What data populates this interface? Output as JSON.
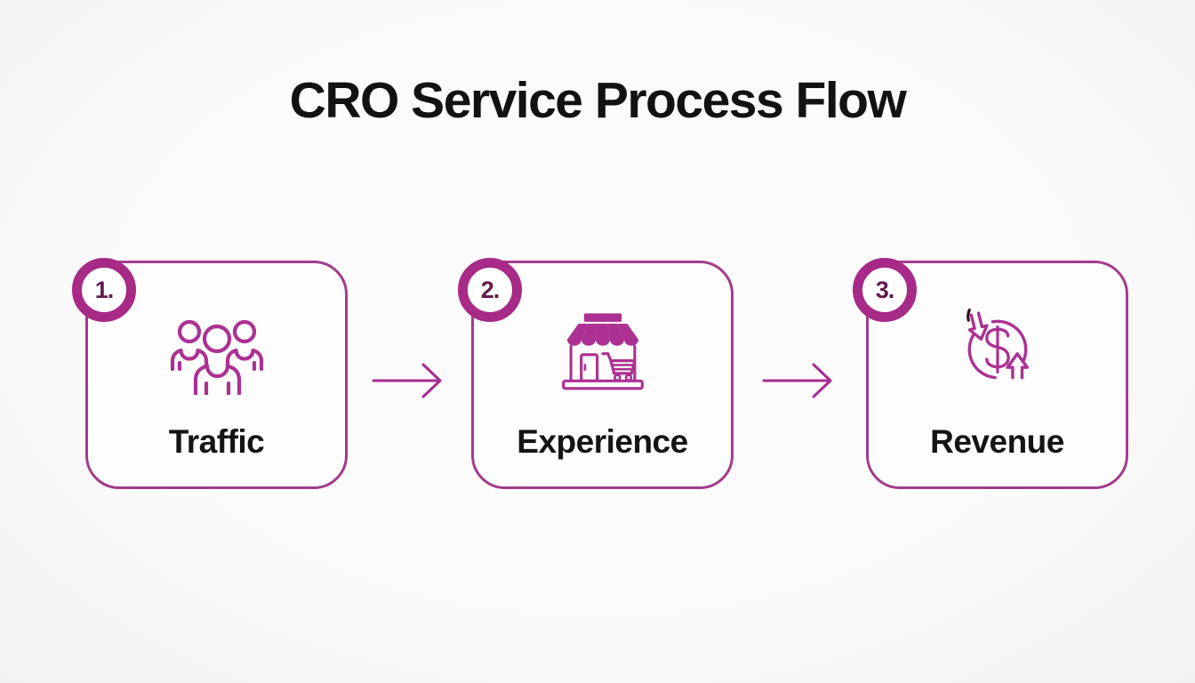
{
  "title": "CRO Service Process Flow",
  "steps": [
    {
      "number": "1.",
      "label": "Traffic",
      "icon": "users-group-icon"
    },
    {
      "number": "2.",
      "label": "Experience",
      "icon": "storefront-cart-icon"
    },
    {
      "number": "3.",
      "label": "Revenue",
      "icon": "dollar-cycle-icon"
    }
  ],
  "connectors": [
    {
      "type": "arrow-right"
    },
    {
      "type": "arrow-right"
    }
  ],
  "colors": {
    "magenta_primary": "#a62a86",
    "card_border": "#a23c8c",
    "icon_magenta": "#ac3192",
    "badge_number": "#63194b",
    "arrow": "#a62c90",
    "title_text": "#121212",
    "label_text": "#141414",
    "background": "#faf9fa",
    "card_background": "#fdfdfe",
    "dark_accent": "#2e0b22"
  }
}
